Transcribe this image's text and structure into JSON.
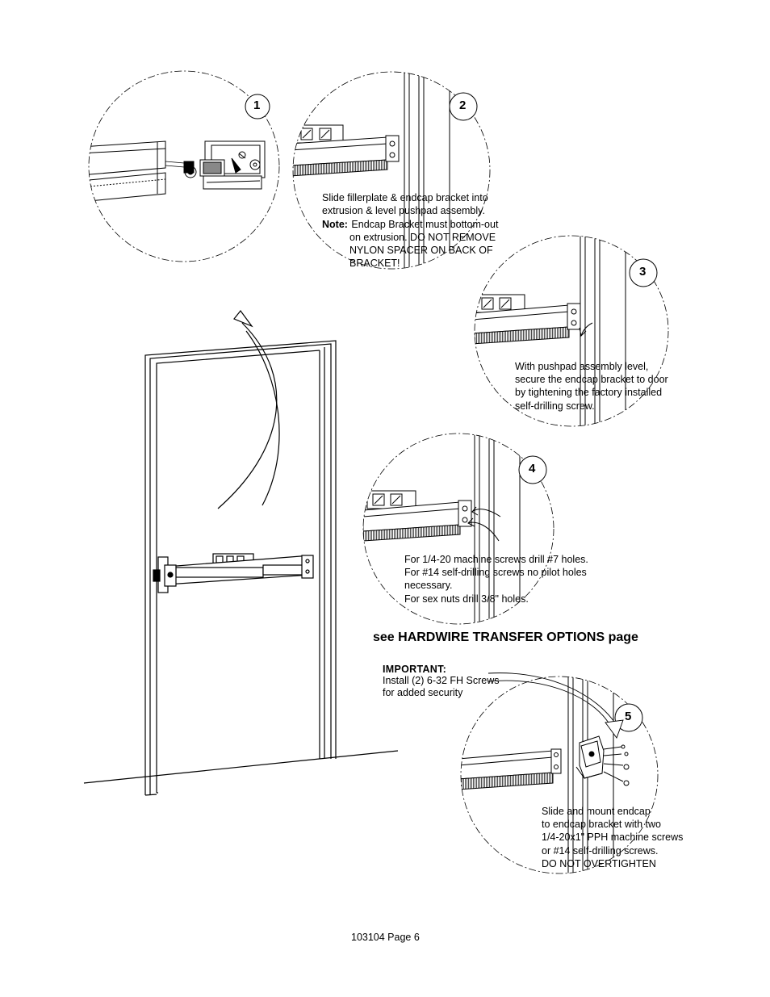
{
  "steps": [
    {
      "number": "1"
    },
    {
      "number": "2",
      "lines": [
        "Slide fillerplate & endcap bracket into",
        "extrusion & level pushpad assembly."
      ],
      "note_label": "Note:",
      "note_lines": [
        "Endcap Bracket must bottom-out",
        "on extrusion. DO NOT REMOVE",
        "NYLON SPACER ON BACK OF",
        "BRACKET!"
      ]
    },
    {
      "number": "3",
      "lines": [
        "With pushpad assembly level,",
        "secure the endcap bracket to door",
        "by tightening the factory installed",
        "self-drilling screw."
      ]
    },
    {
      "number": "4",
      "lines": [
        "For 1/4-20 machine screws drill #7 holes.",
        "For #14 self-drilling screws no pilot holes",
        "necessary.",
        "For sex nuts drill 3/8\" holes."
      ]
    },
    {
      "number": "5",
      "lines": [
        "Slide and mount endcap",
        "to endcap bracket with two",
        "1/4-20x1\" PPH machine screws",
        "or #14 self-drilling screws.",
        "DO NOT OVERTIGHTEN"
      ]
    }
  ],
  "hardwire_note": "see HARDWIRE TRANSFER OPTIONS page",
  "important": {
    "label": "IMPORTANT:",
    "lines": [
      "Install (2) 6-32 FH Screws",
      "for added security"
    ]
  },
  "footer": "103104  Page 6"
}
